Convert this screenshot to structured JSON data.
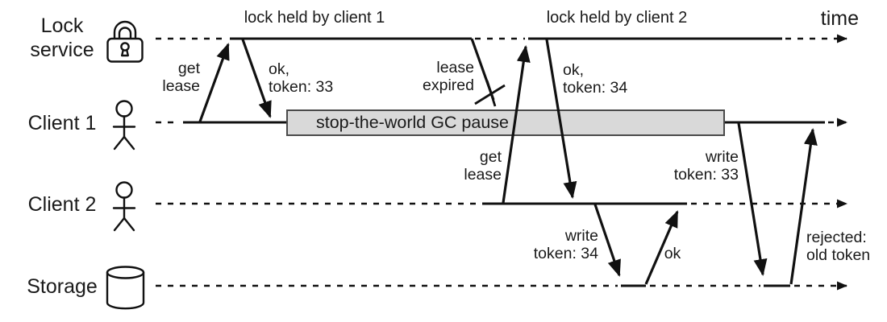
{
  "colors": {
    "line": "#111111",
    "text": "#1a1a1a",
    "gc_box_fill": "#d9d9d9",
    "gc_box_border": "#4a4a4a",
    "background": "#ffffff"
  },
  "axis": {
    "time_label": "time"
  },
  "rows": {
    "lock_service": {
      "line1": "Lock",
      "line2": "service",
      "icon": "padlock-icon"
    },
    "client_1": {
      "label": "Client 1",
      "icon": "person-icon"
    },
    "client_2": {
      "label": "Client 2",
      "icon": "person-icon"
    },
    "storage": {
      "label": "Storage",
      "icon": "database-cylinder-icon"
    }
  },
  "annotations": {
    "lock_held_by_client_1": "lock held by client 1",
    "lock_held_by_client_2": "lock held by client 2",
    "gc_pause": "stop-the-world GC pause"
  },
  "messages": {
    "get_lease_1": {
      "line1": "get",
      "line2": "lease"
    },
    "ok_token_33": {
      "line1": "ok,",
      "line2": "token: 33"
    },
    "lease_expired": {
      "line1": "lease",
      "line2": "expired"
    },
    "get_lease_2": {
      "line1": "get",
      "line2": "lease"
    },
    "ok_token_34": {
      "line1": "ok,",
      "line2": "token: 34"
    },
    "write_token_34": {
      "line1": "write",
      "line2": "token: 34"
    },
    "ok_ack": "ok",
    "write_token_33": {
      "line1": "write",
      "line2": "token: 33"
    },
    "rejected_old_token": {
      "line1": "rejected:",
      "line2": "old token"
    }
  }
}
